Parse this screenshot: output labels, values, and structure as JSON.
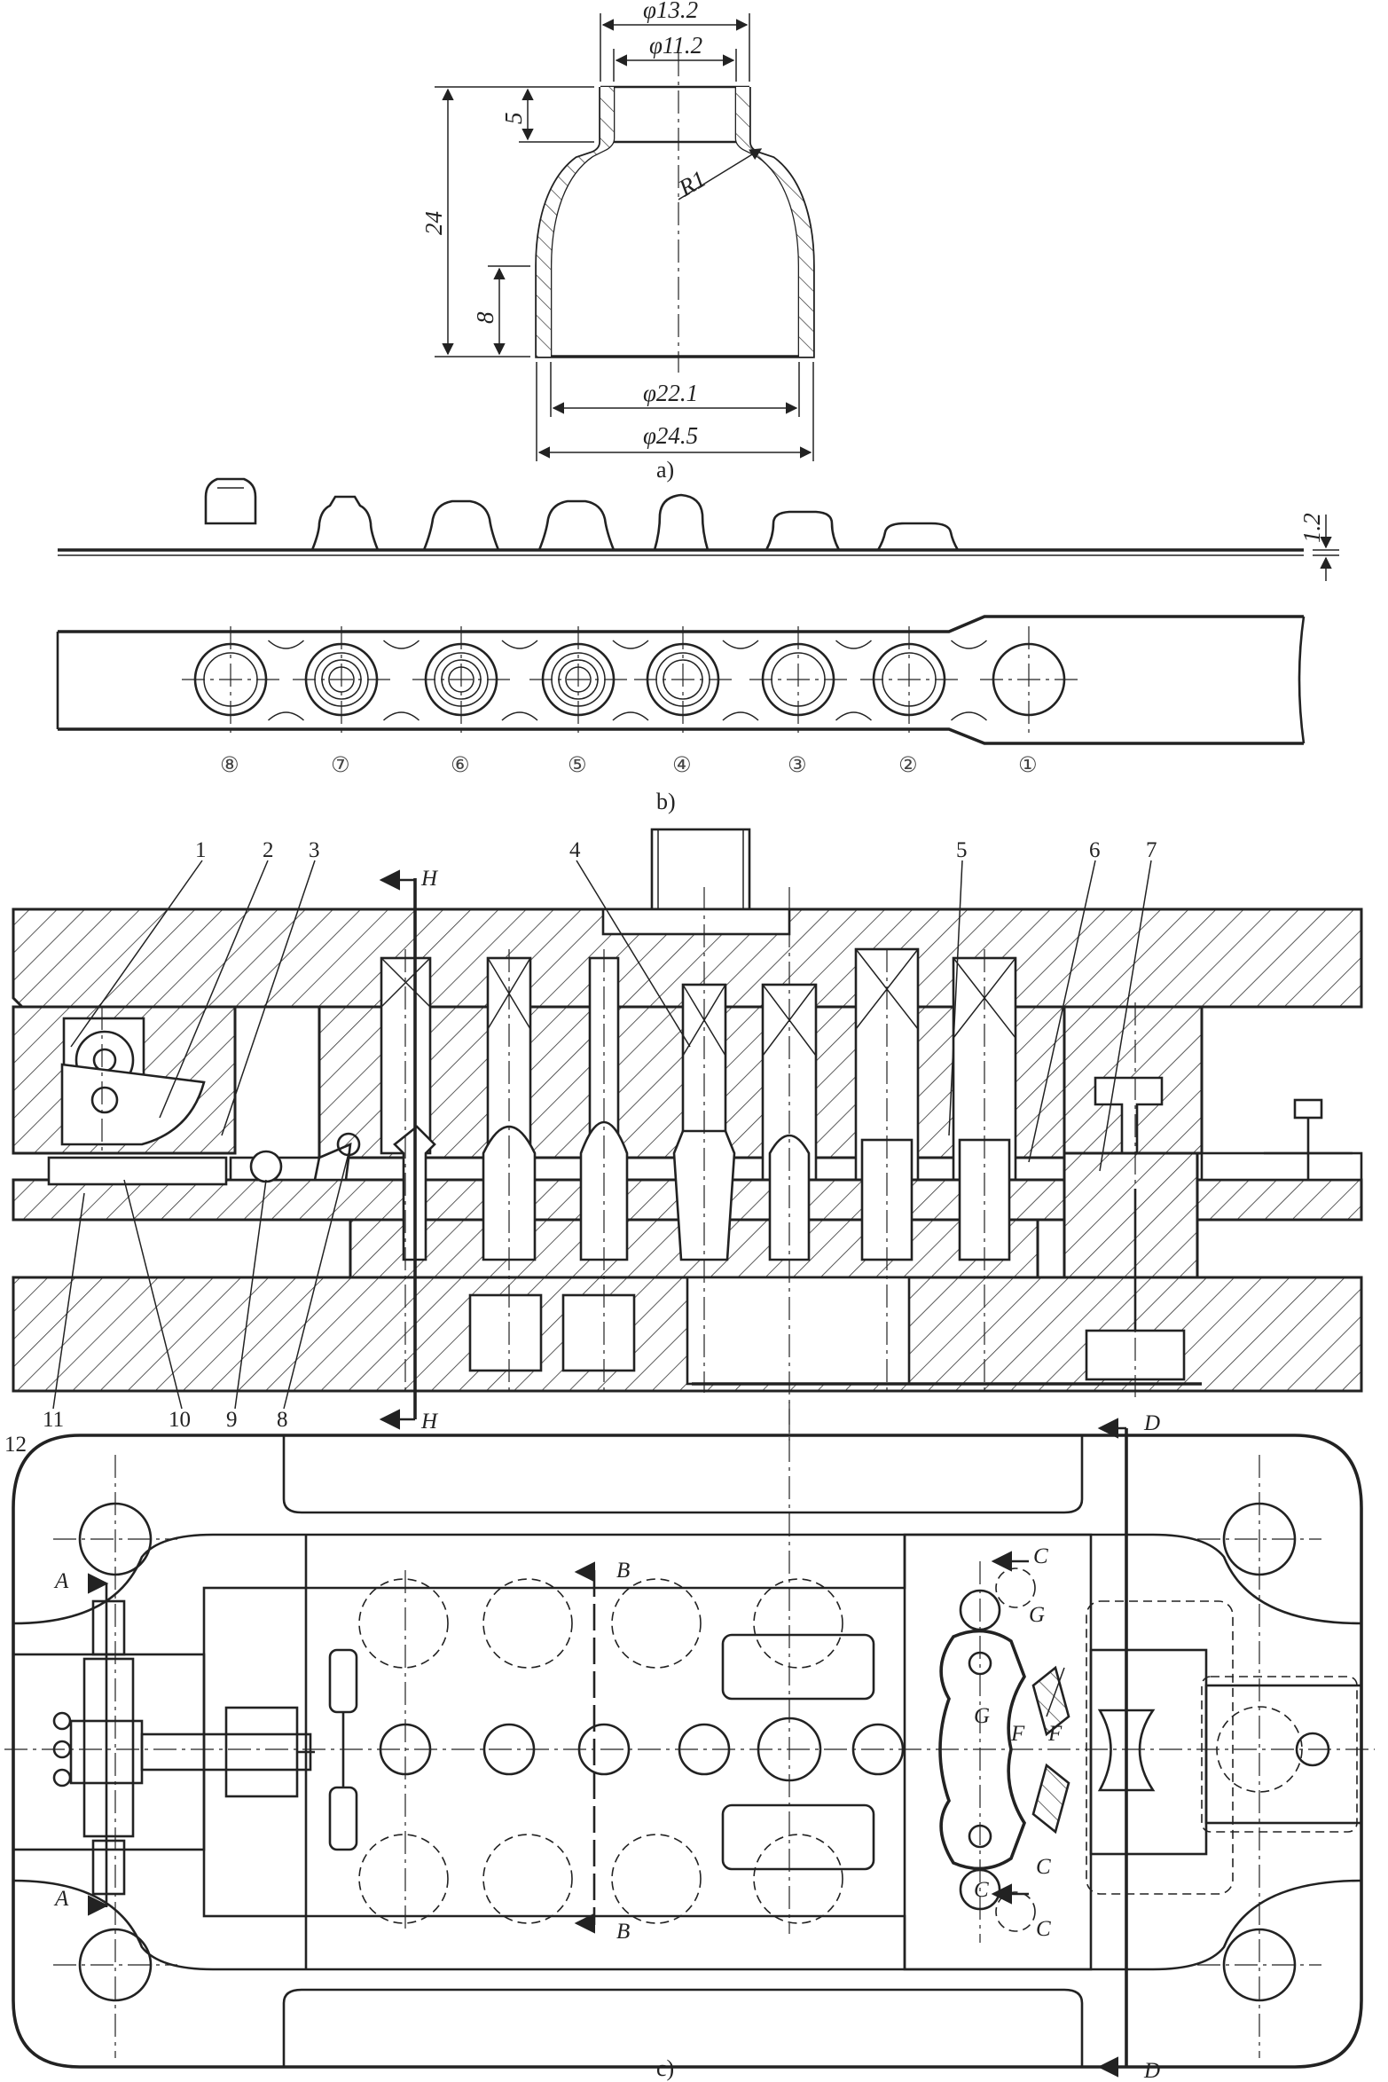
{
  "figure": {
    "part_a": {
      "caption": "a)",
      "dimensions": {
        "top_outer_dia": "φ13.2",
        "top_inner_dia": "φ11.2",
        "neck_height": "5",
        "total_height": "24",
        "radius": "R1",
        "bottom_straight": "8",
        "bottom_inner_dia": "φ22.1",
        "bottom_outer_dia": "φ24.5"
      }
    },
    "part_b": {
      "caption": "b)",
      "thickness": "1.2",
      "stations": [
        "⑧",
        "⑦",
        "⑥",
        "⑤",
        "④",
        "③",
        "②",
        "①"
      ]
    },
    "part_c": {
      "caption": "c)",
      "callouts": [
        "1",
        "2",
        "3",
        "4",
        "5",
        "6",
        "7",
        "8",
        "9",
        "10",
        "11",
        "12"
      ],
      "section_letters": {
        "H": "H",
        "D": "D",
        "A": "A",
        "B": "B",
        "C": "C",
        "G": "G",
        "F": "F"
      }
    }
  }
}
